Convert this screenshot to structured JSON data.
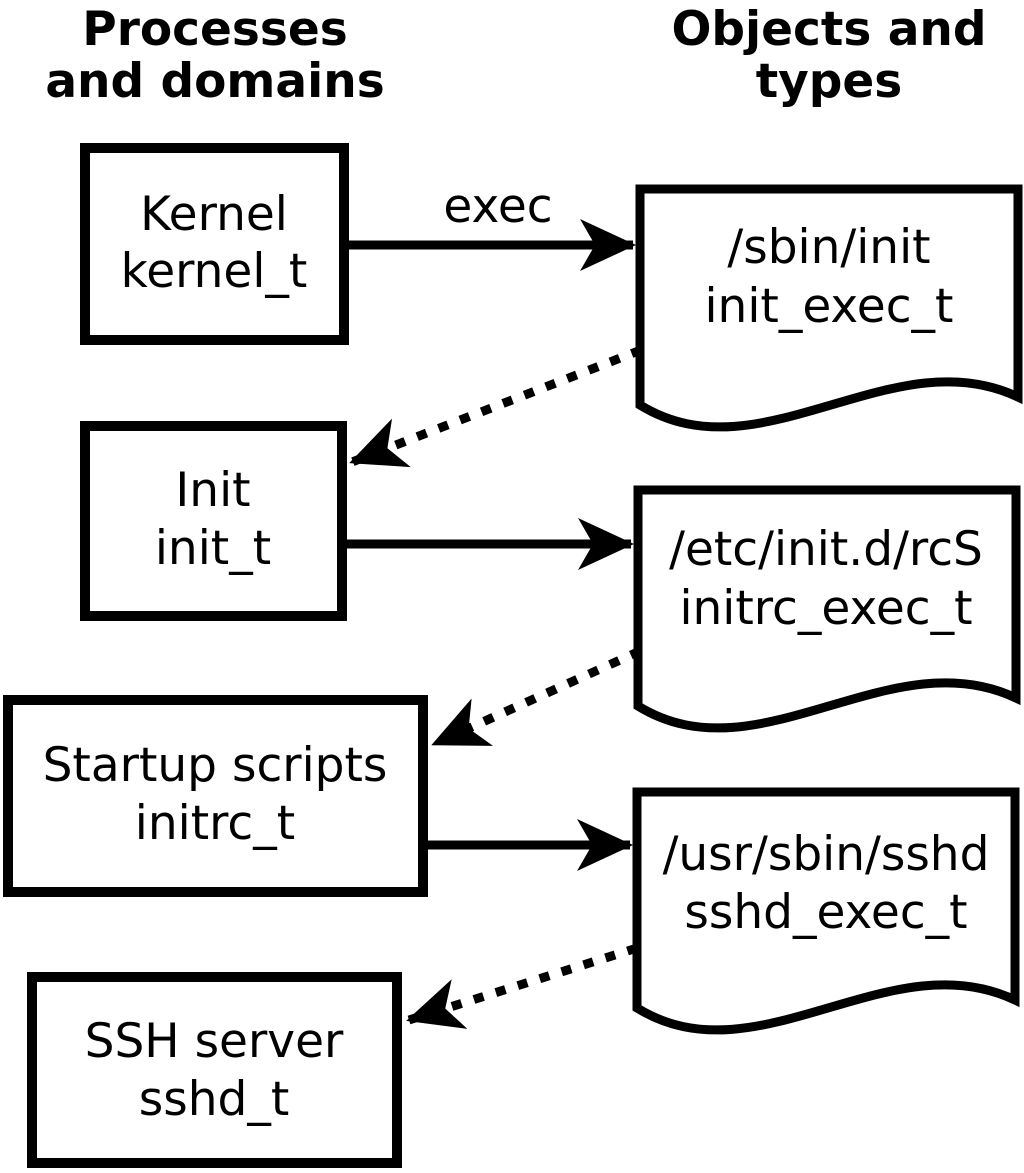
{
  "diagram": {
    "title_left": {
      "line1": "Processes",
      "line2": "and domains"
    },
    "title_right": {
      "line1": "Objects and",
      "line2": "types"
    },
    "processes": [
      {
        "name": "Kernel",
        "type": "kernel_t"
      },
      {
        "name": "Init",
        "type": "init_t"
      },
      {
        "name": "Startup scripts",
        "type": "initrc_t"
      },
      {
        "name": "SSH server",
        "type": "sshd_t"
      }
    ],
    "objects": [
      {
        "path": "/sbin/init",
        "type": "init_exec_t"
      },
      {
        "path": "/etc/init.d/rcS",
        "type": "initrc_exec_t"
      },
      {
        "path": "/usr/sbin/sshd",
        "type": "sshd_exec_t"
      }
    ],
    "labels": {
      "exec": "exec"
    },
    "colors": {
      "foreground": "#000000",
      "background": "#ffffff"
    }
  }
}
